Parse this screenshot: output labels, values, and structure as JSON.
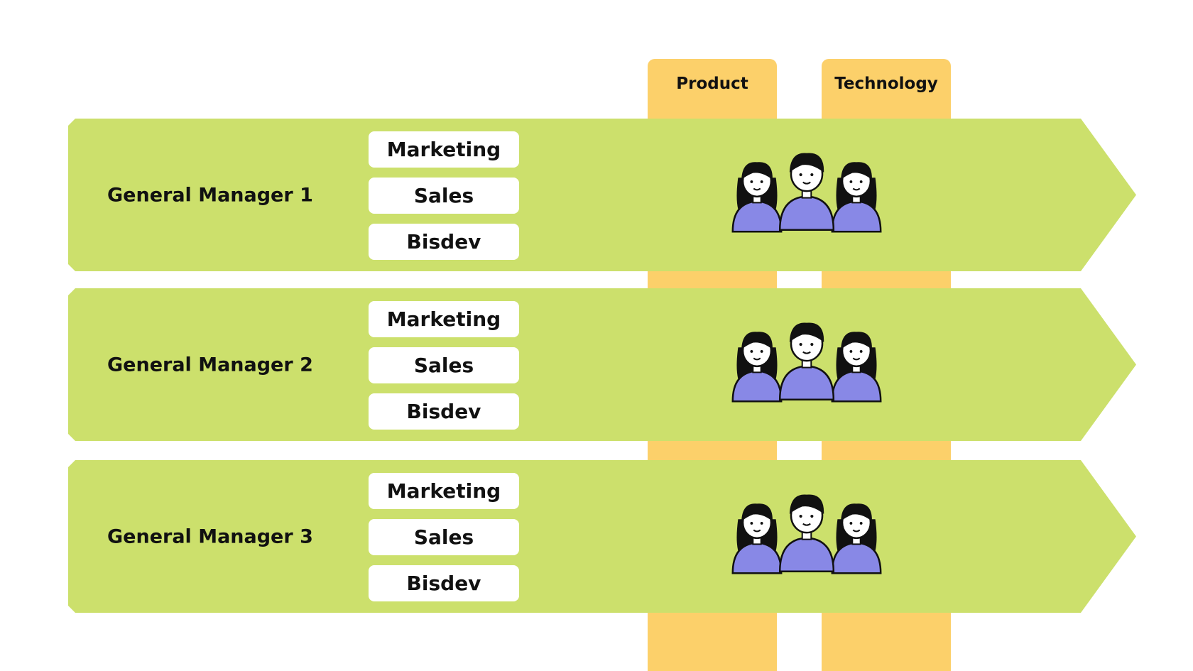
{
  "colors": {
    "band": "#cce06c",
    "column": "#fcd06a",
    "chip": "#ffffff",
    "text": "#111111",
    "team_shirt": "#8888e6",
    "team_hair": "#111111"
  },
  "columns": [
    {
      "label": "Product"
    },
    {
      "label": "Technology"
    }
  ],
  "managers": [
    {
      "label": "General Manager 1",
      "departments": [
        "Marketing",
        "Sales",
        "Bisdev"
      ],
      "icon": "team-people-icon"
    },
    {
      "label": "General Manager 2",
      "departments": [
        "Marketing",
        "Sales",
        "Bisdev"
      ],
      "icon": "team-people-icon"
    },
    {
      "label": "General Manager 3",
      "departments": [
        "Marketing",
        "Sales",
        "Bisdev"
      ],
      "icon": "team-people-icon"
    }
  ]
}
